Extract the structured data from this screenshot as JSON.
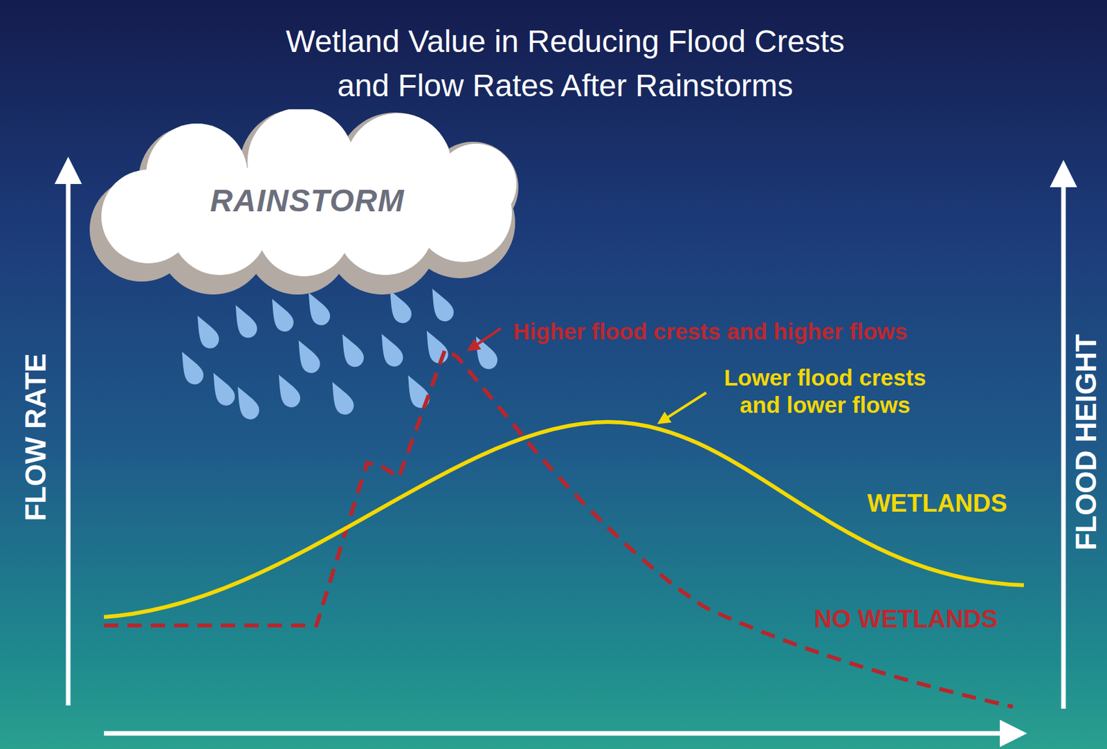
{
  "diagram": {
    "title": "Wetland Value in Reducing Flood Crests and Flow Rates After Rainstorms",
    "nodes": [
      {
        "text": [
          "RAINSTORM"
        ]
      }
    ],
    "labels": [
      "FLOW RATE",
      "FLOOD HEIGHT",
      "Higher flood crests and higher flows",
      "Lower flood crests and lower flows",
      "WETLANDS",
      "NO WETLANDS"
    ]
  }
}
